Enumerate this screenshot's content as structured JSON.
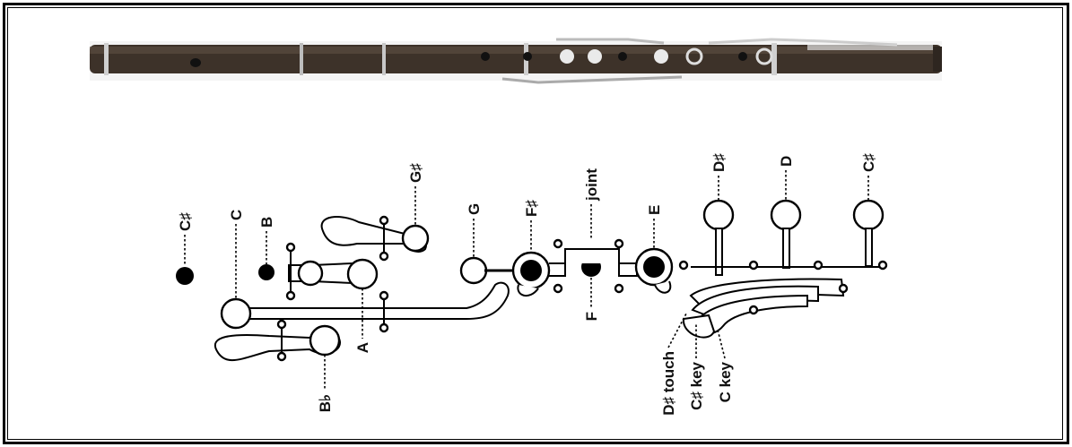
{
  "figure": {
    "photo_alt": "wooden flute photograph",
    "labels": {
      "c_sharp_left": "C♯",
      "c": "C",
      "b": "B",
      "g_sharp": "G♯",
      "g": "G",
      "f_sharp": "F♯",
      "joint": "joint",
      "e": "E",
      "d_sharp_top": "D♯",
      "d": "D",
      "c_sharp_right": "C♯",
      "a": "A",
      "b_flat": "B♭",
      "f": "F",
      "d_sharp_touch": "D♯ touch",
      "c_sharp_key": "C♯ key",
      "c_key": "C key"
    }
  },
  "colors": {
    "background": "#ffffff",
    "ink": "#000000",
    "wood": "#3a3028"
  }
}
